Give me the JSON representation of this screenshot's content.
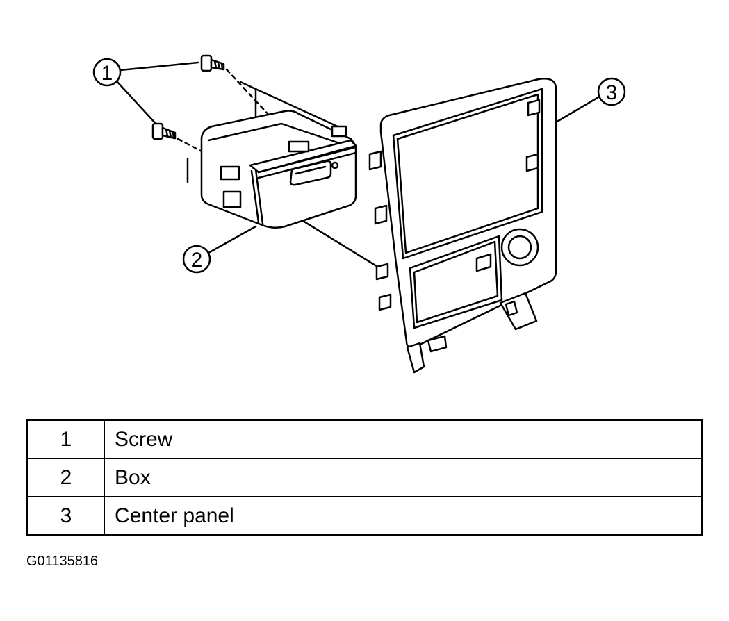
{
  "diagram": {
    "callouts": [
      {
        "number": "1",
        "part": "screw"
      },
      {
        "number": "2",
        "part": "box"
      },
      {
        "number": "3",
        "part": "center-panel"
      }
    ]
  },
  "legend": {
    "rows": [
      {
        "number": "1",
        "label": "Screw"
      },
      {
        "number": "2",
        "label": "Box"
      },
      {
        "number": "3",
        "label": "Center panel"
      }
    ]
  },
  "figure_id": "G01135816"
}
